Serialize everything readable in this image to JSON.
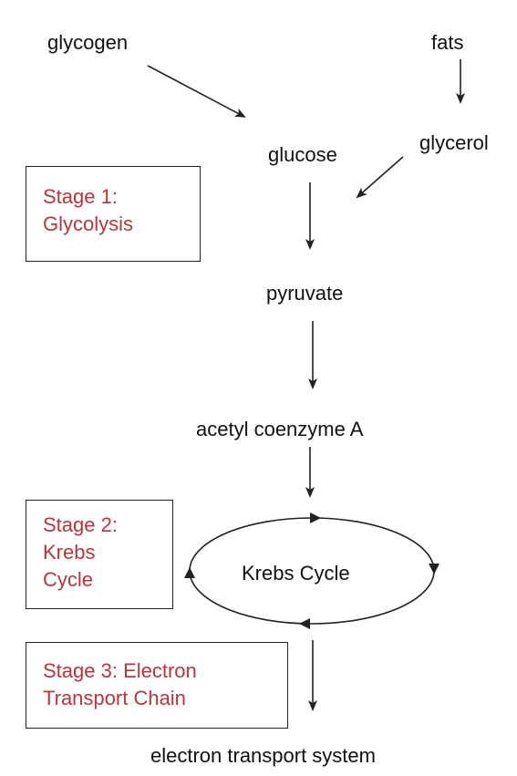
{
  "nodes": {
    "glycogen": "glycogen",
    "fats": "fats",
    "glucose": "glucose",
    "glycerol": "glycerol",
    "pyruvate": "pyruvate",
    "acetyl_coa": "acetyl coenzyme A",
    "krebs_cycle": "Krebs Cycle",
    "ets": "electron transport system"
  },
  "stages": [
    {
      "lines": [
        "Stage 1:",
        "Glycolysis"
      ]
    },
    {
      "lines": [
        "Stage 2:",
        "Krebs",
        "Cycle"
      ]
    },
    {
      "lines": [
        "Stage 3: Electron",
        "Transport Chain"
      ]
    }
  ],
  "colors": {
    "stage_text": "#b8363c",
    "text": "#111111",
    "line": "#222222"
  }
}
